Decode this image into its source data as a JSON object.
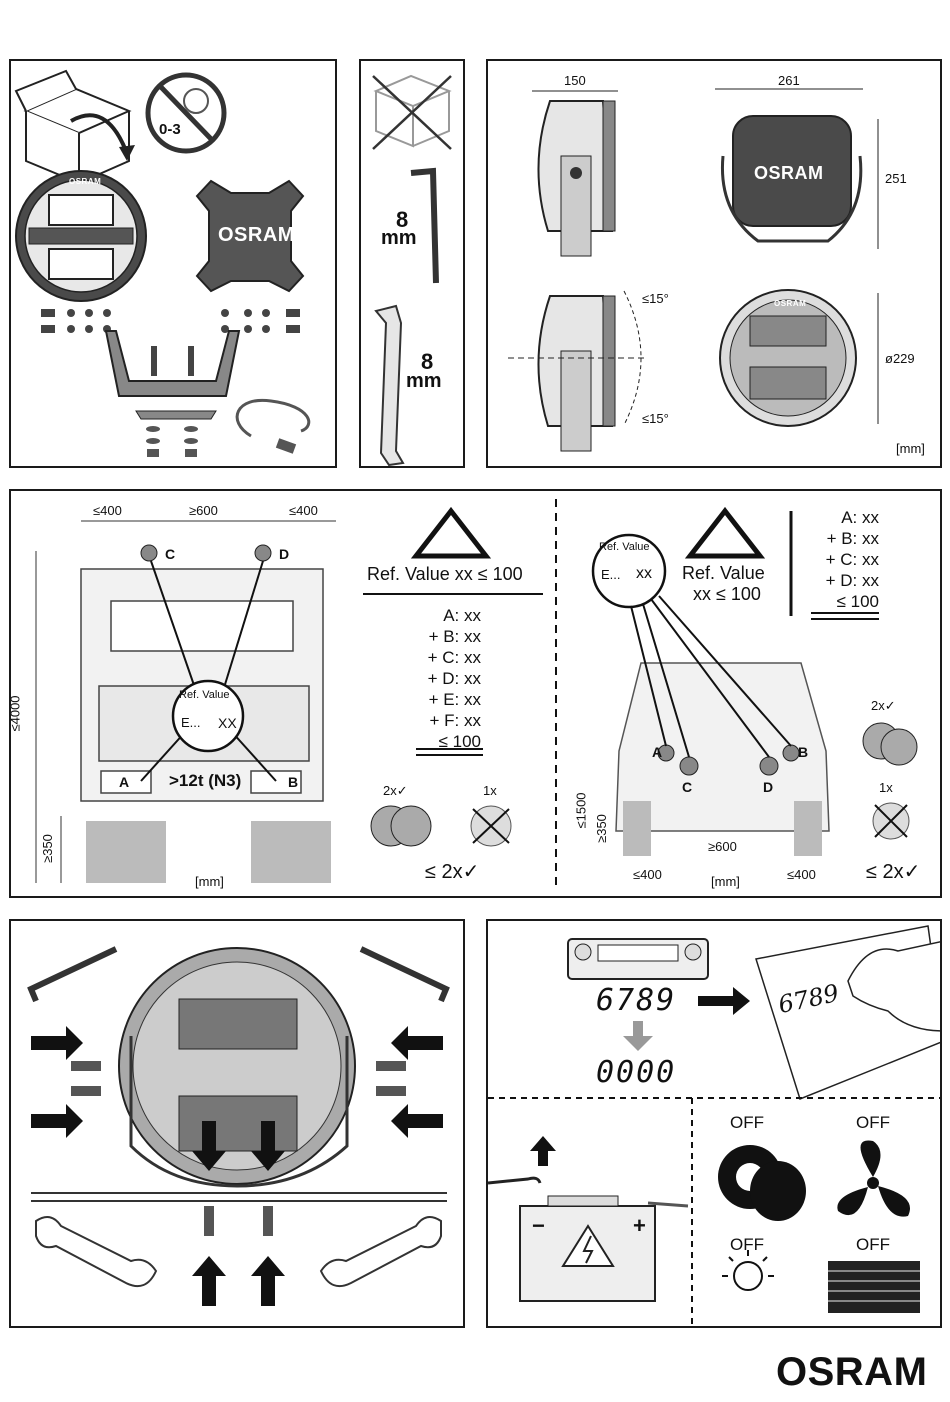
{
  "brand": "OSRAM",
  "panel1": {
    "age_badge": "0-3",
    "lamp_logo": "OSRAM",
    "cover_logo": "OSRAM"
  },
  "panel2": {
    "allen_size": "8",
    "allen_unit": "mm",
    "wrench_size": "8",
    "wrench_unit": "mm"
  },
  "panel3": {
    "depth": "150",
    "width": "261",
    "height": "251",
    "tilt_up": "≤15°",
    "tilt_down": "≤15°",
    "diameter": "ø229",
    "unit": "[mm]",
    "lamp_logo": "OSRAM",
    "lamp_logo_small": "OSRAM"
  },
  "truck": {
    "gap_left": "≤400",
    "gap_mid": "≥600",
    "gap_right": "≤400",
    "label_c": "C",
    "label_d": "D",
    "label_a": "A",
    "label_b": "B",
    "max_height": "≤4000",
    "min_height": "≥350",
    "weight_class": ">12t (N3)",
    "ref_label": "Ref. Value",
    "ref_mark": "E...",
    "ref_value": "XX",
    "unit": "[mm]",
    "warning_text": "Ref. Value xx ≤ 100",
    "sum_lines": [
      "A: xx",
      "+ B: xx",
      "+ C: xx",
      "+ D: xx",
      "+ E: xx",
      "+ F: xx"
    ],
    "sum_total": "≤ 100",
    "count_ok": "2x✓",
    "count_bad": "1x",
    "rule": "≤ 2x✓"
  },
  "car": {
    "ref_label": "Ref. Value",
    "ref_mark": "E...",
    "ref_value": "xx",
    "warning_line1": "Ref. Value",
    "warning_line2": "xx ≤ 100",
    "sum_lines": [
      "A: xx",
      "+ B: xx",
      "+ C: xx",
      "+ D: xx"
    ],
    "sum_total": "≤ 100",
    "label_a": "A",
    "label_b": "B",
    "label_c": "C",
    "label_d": "D",
    "max_height": "≤1500",
    "min_height": "≥350",
    "gap_mid": "≥600",
    "gap_left": "≤400",
    "gap_right": "≤400",
    "unit": "[mm]",
    "count_ok": "2x✓",
    "count_bad": "1x",
    "rule": "≤ 2x✓"
  },
  "panel5": {},
  "panel6": {
    "code_display": "6789",
    "reset_display": "0000",
    "written_code": "6789",
    "off_key": "OFF",
    "off_fan": "OFF",
    "off_light": "OFF",
    "off_heater": "OFF",
    "battery_minus": "−",
    "battery_plus": "+"
  }
}
